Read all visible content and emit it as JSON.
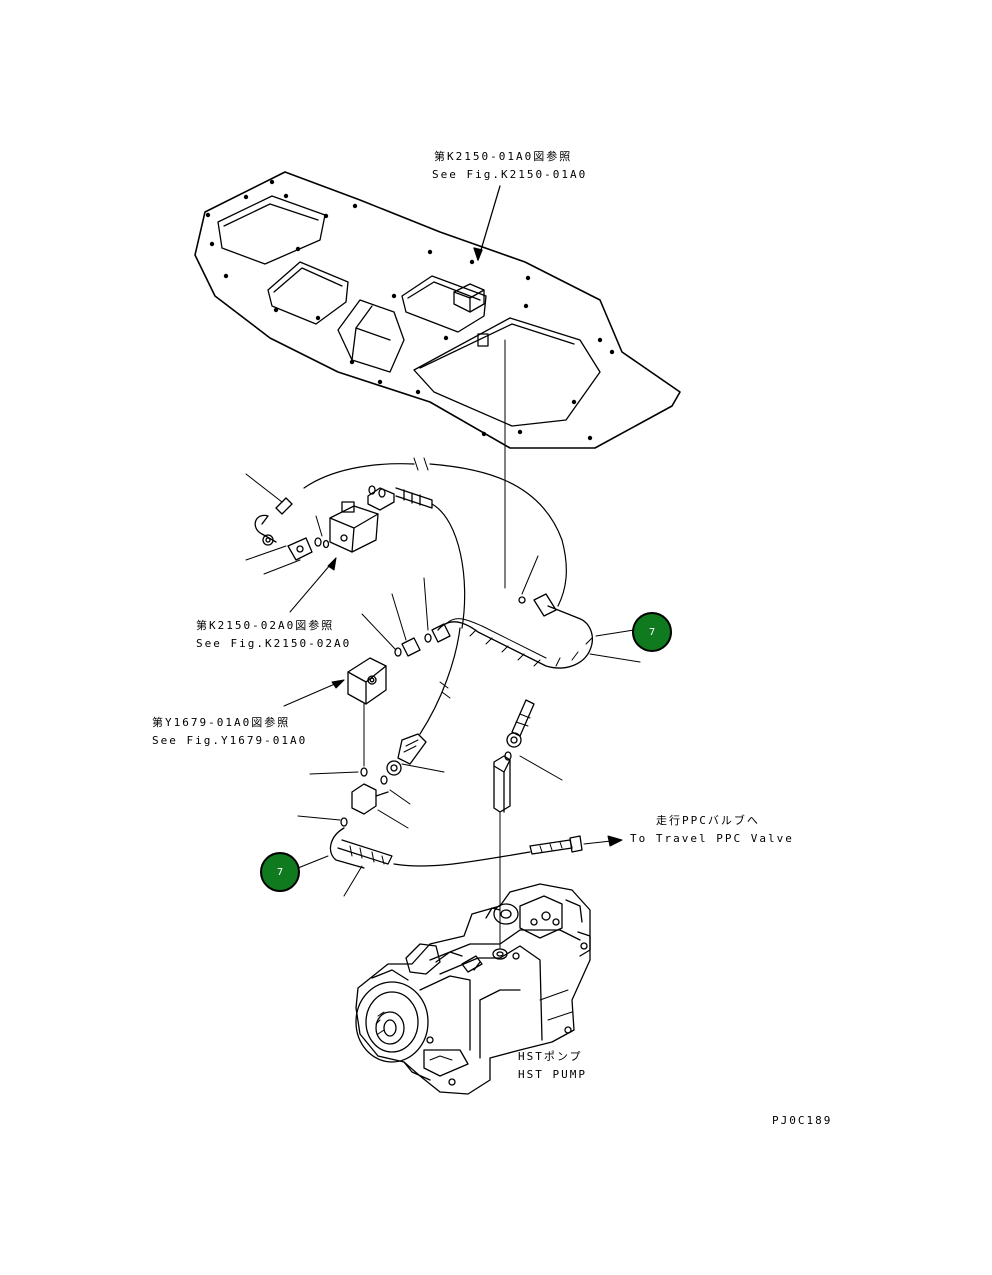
{
  "references": {
    "k2150_01a0_jp": "第K2150-01A0図参照",
    "k2150_01a0_en": "See Fig.K2150-01A0",
    "k2150_02a0_jp": "第K2150-02A0図参照",
    "k2150_02a0_en": "See Fig.K2150-02A0",
    "y1679_01a0_jp": "第Y1679-01A0図参照",
    "y1679_01a0_en": "See Fig.Y1679-01A0"
  },
  "destination": {
    "jp": "走行PPCバルブへ",
    "en": "To Travel PPC Valve"
  },
  "pump": {
    "jp": "HSTポンプ",
    "en": "HST PUMP"
  },
  "callouts": [
    {
      "number": "7"
    },
    {
      "number": "7"
    }
  ],
  "drawing_code": "PJ0C189",
  "colors": {
    "callout_fill": "#0f7a1e",
    "line": "#000000"
  }
}
